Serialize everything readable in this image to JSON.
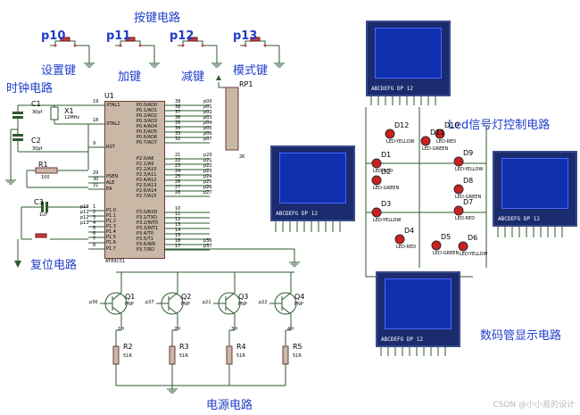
{
  "labels": {
    "button_circuit": "按键电路",
    "clock_circuit": "时钟电路",
    "reset_circuit": "复位电路",
    "power_circuit": "电源电路",
    "led_circuit": "Led信号灯控制电路",
    "display_circuit": "数码管显示电路",
    "set_key": "设置键",
    "add_key": "加键",
    "sub_key": "减键",
    "mode_key": "模式键"
  },
  "buttons": [
    {
      "name": "p10"
    },
    {
      "name": "p11"
    },
    {
      "name": "p12"
    },
    {
      "name": "p13"
    }
  ],
  "mcu": {
    "ref": "U1",
    "part": "AT89C51",
    "left_pins": [
      {
        "num": "19",
        "name": "XTAL1"
      },
      {
        "num": "18",
        "name": "XTAL2"
      },
      {
        "num": "9",
        "name": "RST"
      },
      {
        "num": "29",
        "name": "PSEN"
      },
      {
        "num": "30",
        "name": "ALE"
      },
      {
        "num": "31",
        "name": "EA"
      },
      {
        "num": "1",
        "name": "P1.0"
      },
      {
        "num": "2",
        "name": "P1.1"
      },
      {
        "num": "3",
        "name": "P1.2"
      },
      {
        "num": "4",
        "name": "P1.3"
      },
      {
        "num": "5",
        "name": "P1.4"
      },
      {
        "num": "6",
        "name": "P1.5"
      },
      {
        "num": "7",
        "name": "P1.6"
      },
      {
        "num": "8",
        "name": "P1.7"
      }
    ],
    "right_pins": [
      {
        "num": "39",
        "name": "P0.0/AD0"
      },
      {
        "num": "38",
        "name": "P0.1/AD1"
      },
      {
        "num": "37",
        "name": "P0.2/AD2"
      },
      {
        "num": "36",
        "name": "P0.3/AD3"
      },
      {
        "num": "35",
        "name": "P0.4/AD4"
      },
      {
        "num": "34",
        "name": "P0.5/AD5"
      },
      {
        "num": "33",
        "name": "P0.6/AD6"
      },
      {
        "num": "32",
        "name": "P0.7/AD7"
      },
      {
        "num": "21",
        "name": "P2.0/A8"
      },
      {
        "num": "22",
        "name": "P2.1/A9"
      },
      {
        "num": "23",
        "name": "P2.2/A10"
      },
      {
        "num": "24",
        "name": "P2.3/A11"
      },
      {
        "num": "25",
        "name": "P2.4/A12"
      },
      {
        "num": "26",
        "name": "P2.5/A13"
      },
      {
        "num": "27",
        "name": "P2.6/A14"
      },
      {
        "num": "28",
        "name": "P2.7/A15"
      },
      {
        "num": "10",
        "name": "P3.0/RXD"
      },
      {
        "num": "11",
        "name": "P3.1/TXD"
      },
      {
        "num": "12",
        "name": "P3.2/INT0"
      },
      {
        "num": "13",
        "name": "P3.3/INT1"
      },
      {
        "num": "14",
        "name": "P3.4/T0"
      },
      {
        "num": "15",
        "name": "P3.5/T1"
      },
      {
        "num": "16",
        "name": "P3.6/WR"
      },
      {
        "num": "17",
        "name": "P3.7/RD"
      }
    ]
  },
  "components": {
    "c1": {
      "ref": "C1",
      "value": "30pf"
    },
    "c2": {
      "ref": "C2",
      "value": "30pf"
    },
    "x1": {
      "ref": "X1",
      "value": "12MHz"
    },
    "r1": {
      "ref": "R1",
      "value": "100"
    },
    "c3": {
      "ref": "C3",
      "value": "1uF"
    },
    "rp1": {
      "ref": "RP1",
      "value": "2K"
    }
  },
  "transistors": [
    {
      "ref": "Q1",
      "type": "PNP",
      "base_net": "p36",
      "emitter_net": "1H"
    },
    {
      "ref": "Q2",
      "type": "PNP",
      "base_net": "p37",
      "emitter_net": "2H"
    },
    {
      "ref": "Q3",
      "type": "PNP",
      "base_net": "p21",
      "emitter_net": "3H"
    },
    {
      "ref": "Q4",
      "type": "PNP",
      "base_net": "p22",
      "emitter_net": "4H"
    }
  ],
  "resistors": [
    {
      "ref": "R2",
      "value": "51R"
    },
    {
      "ref": "R3",
      "value": "51R"
    },
    {
      "ref": "R4",
      "value": "51R"
    },
    {
      "ref": "R5",
      "value": "51R"
    }
  ],
  "leds": [
    {
      "ref": "D1",
      "type": "LED-RED"
    },
    {
      "ref": "D2",
      "type": "LED-GREEN"
    },
    {
      "ref": "D3",
      "type": "LED-YELLOW"
    },
    {
      "ref": "D4",
      "type": "LED-RED"
    },
    {
      "ref": "D5",
      "type": "LED-GREEN"
    },
    {
      "ref": "D6",
      "type": "LED-YELLOW"
    },
    {
      "ref": "D7",
      "type": "LED-RED"
    },
    {
      "ref": "D8",
      "type": "LED-GREEN"
    },
    {
      "ref": "D9",
      "type": "LED-YELLOW"
    },
    {
      "ref": "D10",
      "type": "LED-RED"
    },
    {
      "ref": "D11",
      "type": "LED-GREEN"
    },
    {
      "ref": "D12",
      "type": "LED-YELLOW"
    }
  ],
  "displays": [
    {
      "footer": "ABCDEFG  DP     12"
    },
    {
      "footer": "ABCDEFG  DP     12"
    },
    {
      "footer": "ABCDEFG  DP     12"
    },
    {
      "footer": "ABCDEFG  DP     12"
    }
  ],
  "p0_nets": [
    "p00",
    "p01",
    "p02",
    "p03",
    "p04",
    "p05",
    "p06",
    "p07"
  ],
  "p2_nets": [
    "p20",
    "p21",
    "p22",
    "p23",
    "p24",
    "p25",
    "p26",
    "p27"
  ],
  "p1_nets": [
    "p10",
    "p11",
    "p12",
    "p13"
  ],
  "p3_nets": [
    "p36",
    "p37"
  ],
  "watermark": "CSDN @小小易的设计",
  "colors": {
    "wire": "#2d5a2d",
    "label": "#1f3ec8",
    "chip_fill": "#c9b8a6",
    "chip_border": "#6b3a3a",
    "display_fill": "#1030b0",
    "led_red": "#cc2020"
  }
}
